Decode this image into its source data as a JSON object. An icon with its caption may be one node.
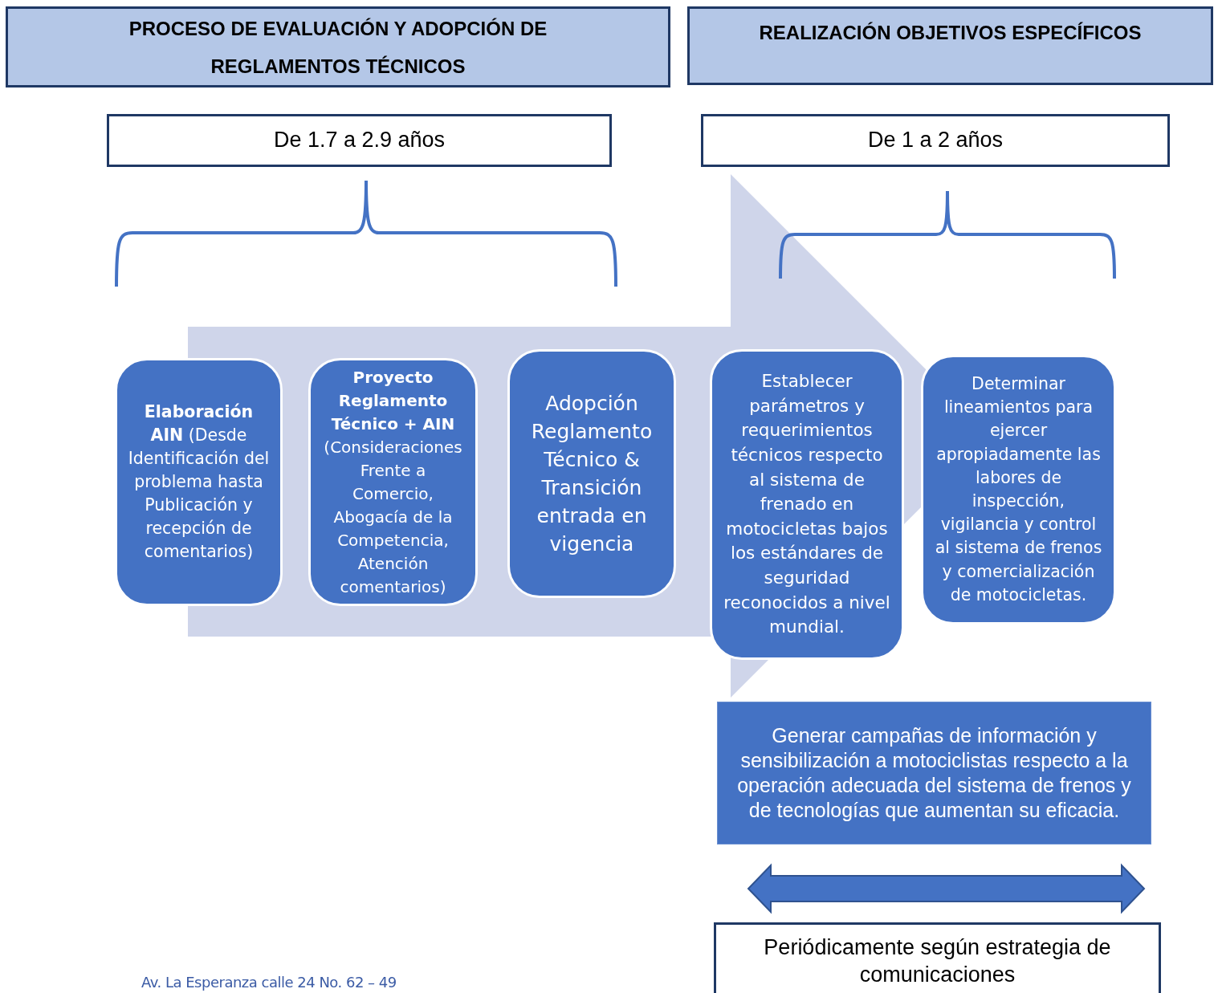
{
  "diagram": {
    "nodes": [
      {
        "text": [
          "PROCESO DE EVALUACIÓN Y ADOPCIÓN DE REGLAMENTOS TÉCNICOS"
        ]
      },
      {
        "text": [
          "REALIZACIÓN OBJETIVOS ESPECÍFICOS"
        ]
      },
      {
        "text": [
          "De 1.7 a 2.9 años"
        ]
      },
      {
        "text": [
          "De 1 a 2 años"
        ]
      },
      {
        "text": [
          "**Elaboración AIN** (Desde Identificación del problema hasta Publicación y recepción de comentarios)"
        ]
      },
      {
        "text": [
          "**Proyecto Reglamento Técnico + AIN** (Consideraciones Frente a Comercio, Abogacía de la Competencia, Atención comentarios)"
        ]
      },
      {
        "text": [
          "Adopción Reglamento Técnico & Transición entrada en vigencia"
        ]
      },
      {
        "text": [
          "Establecer parámetros y requerimientos técnicos respecto al sistema de frenado en motocicletas bajos los estándares de seguridad reconocidos a nivel mundial."
        ]
      },
      {
        "text": [
          "Determinar lineamientos para ejercer apropiadamente las labores de inspección, vigilancia y control al sistema de frenos y comercialización de motocicletas."
        ]
      },
      {
        "text": [
          "Generar campañas de información y sensibilización a motociclistas respecto a la operación adecuada del sistema de frenos y de tecnologías que aumentan su eficacia."
        ]
      },
      {
        "text": [
          "Periódicamente según estrategia de comunicaciones"
        ]
      }
    ],
    "edges": [
      {
        "from": 4,
        "to": 8,
        "arrow": "to",
        "style": "thick",
        "color": "#cfd5ea"
      },
      {
        "from": 9,
        "to": 10,
        "arrow": "to",
        "style": "thick",
        "color": "#4472c4"
      }
    ],
    "labels": [
      "Av. La Esperanza calle 24 No. 62 – 49"
    ]
  }
}
